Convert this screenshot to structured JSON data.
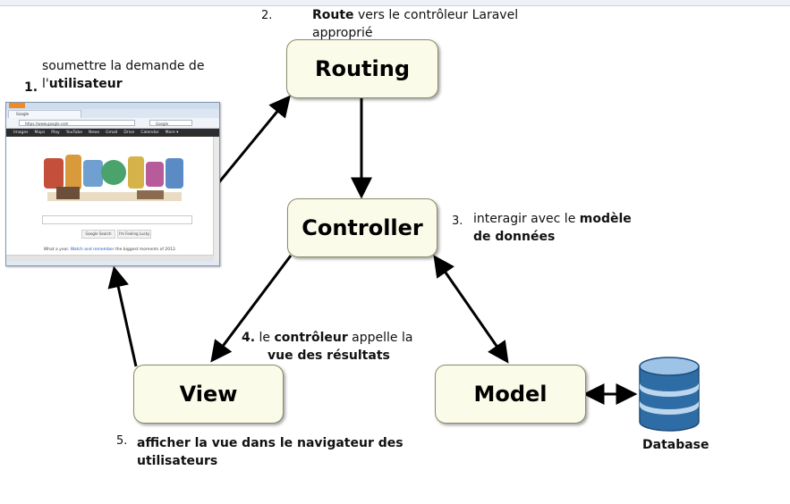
{
  "nodes": {
    "routing": "Routing",
    "controller": "Controller",
    "view": "View",
    "model": "Model",
    "database": "Database"
  },
  "steps": {
    "s1": {
      "num": "1.",
      "line1": "soumettre la demande de",
      "line2_pre": "l'",
      "line2_bold": "utilisateur"
    },
    "s2": {
      "num": "2.",
      "bold": "Route",
      "rest": " vers le contrôleur Laravel",
      "line2": "approprié"
    },
    "s3": {
      "num": "3.",
      "pre": "interagir avec le ",
      "bold1": "modèle",
      "bold2": "de données"
    },
    "s4": {
      "num": "4.",
      "pre": " le ",
      "bold": "contrôleur",
      "rest": " appelle la",
      "line2": "vue des résultats"
    },
    "s5": {
      "num": "5.",
      "line1": "afficher la vue dans le navigateur des",
      "line2": "utilisateurs"
    }
  },
  "browser": {
    "tab": "Google",
    "url": "https://www.google.com",
    "search": "Google",
    "menu": [
      "Images",
      "Maps",
      "Play",
      "YouTube",
      "News",
      "Gmail",
      "Drive",
      "Calendar",
      "More ▾"
    ],
    "btn1": "Google Search",
    "btn2": "I'm Feeling Lucky",
    "foot_pre": "What a year. ",
    "foot_link": "Watch and remember",
    "foot_post": " the biggest moments of 2012."
  },
  "colors": {
    "node_fill": "#fbfbe9",
    "arrow": "#000000",
    "db_top": "#9dc3e6",
    "db_band": "#2e6ca5"
  }
}
